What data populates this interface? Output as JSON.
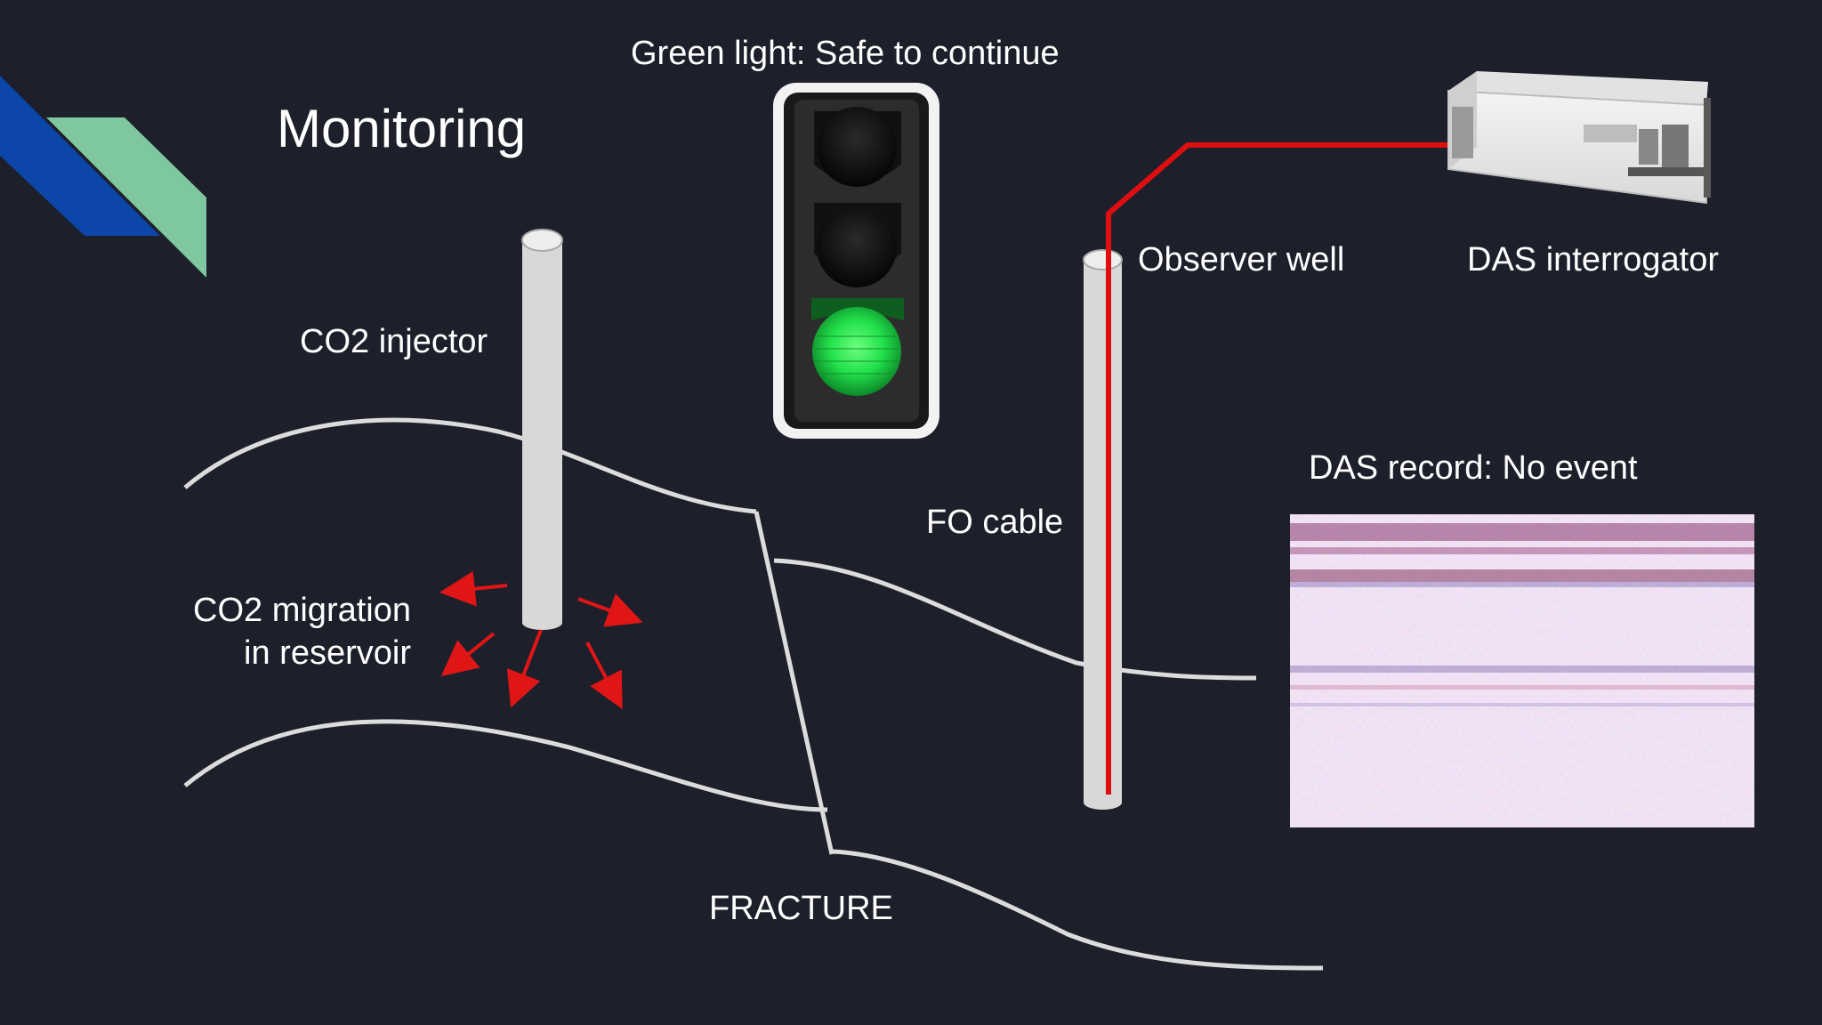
{
  "slide": {
    "title": "Monitoring",
    "traffic_light_caption": "Green light: Safe to continue",
    "labels": {
      "co2_injector": "CO2 injector",
      "co2_migration_line1": "CO2 migration",
      "co2_migration_line2": "in reservoir",
      "fracture": "FRACTURE",
      "fo_cable": "FO cable",
      "observer_well": "Observer well",
      "das_interrogator": "DAS interrogator",
      "das_record": "DAS record: No event"
    },
    "traffic_light_state": "green",
    "colors": {
      "background": "#1d202b",
      "accent_blue": "#0b46a8",
      "accent_green": "#7fc79f",
      "cable_red": "#e00f0f",
      "arrow_red": "#e01515",
      "well_gray": "#d8d8d8",
      "horizon": "#dcdcdc",
      "light_green": "#22e04a"
    }
  }
}
